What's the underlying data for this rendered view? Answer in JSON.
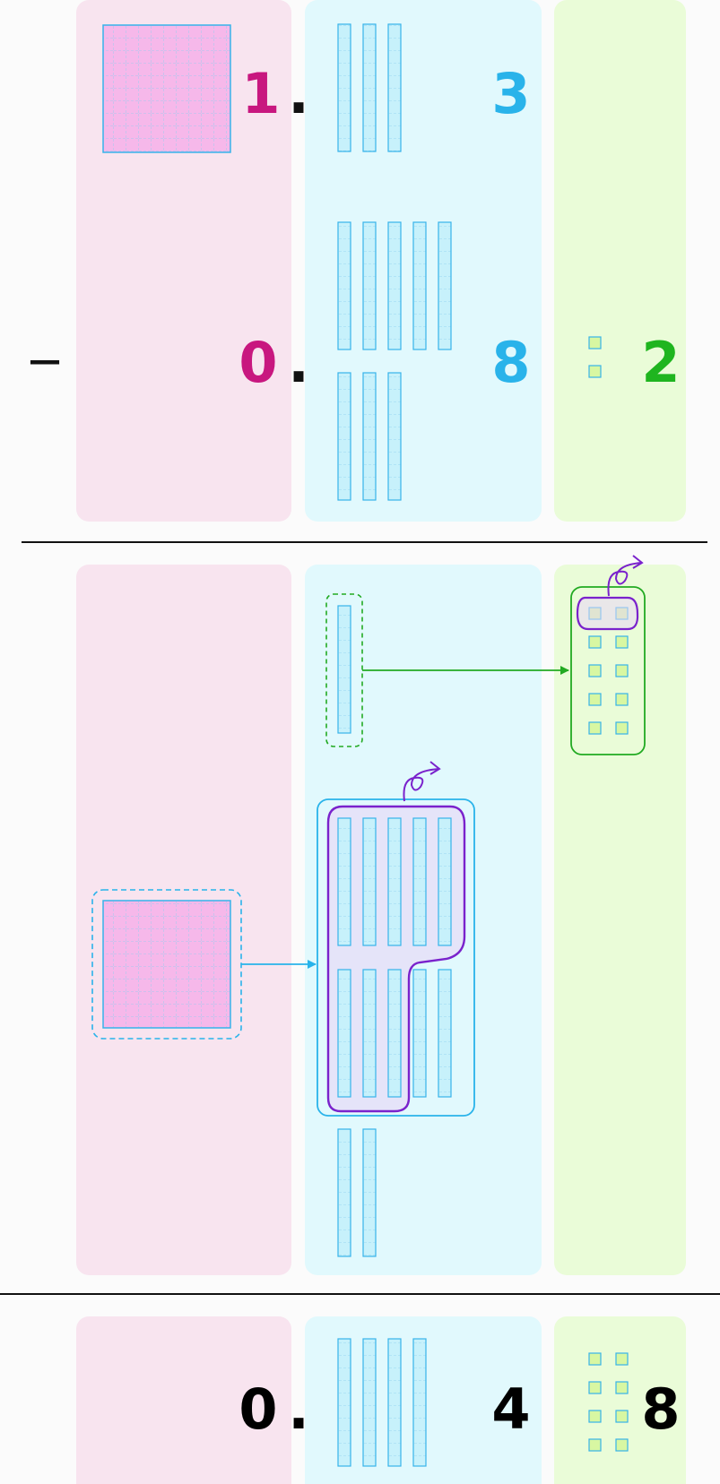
{
  "problem": {
    "operator": "—",
    "minuend": {
      "ones": "1",
      "point": ".",
      "tenths": "3"
    },
    "subtrahend": {
      "ones": "0",
      "point": ".",
      "tenths": "8",
      "hundredths": "2"
    },
    "result": {
      "ones": "0",
      "point": ".",
      "tenths": "4",
      "hundredths": "8"
    }
  },
  "colors": {
    "ones_column": "#f8e4ef",
    "tenths_column": "#e1f9fd",
    "hundredths_column": "#eafcd8",
    "ones_digit": "#c8177f",
    "tenths_digit": "#29b3ea",
    "hundredths_digit": "#1fb51f",
    "result_digit": "#000000",
    "block_fill_pink": "#f6b8ea",
    "block_fill_blue": "#c7f1fb",
    "block_stroke": "#37b3ea",
    "cube_fill": "#d8f7a2",
    "regroup_green": "#22aa22",
    "regroup_blue": "#29b3ea",
    "regroup_purple": "#7a22cc"
  },
  "blocks": {
    "minuend": {
      "hundreds_flats": 1,
      "tenths_rods": 3,
      "hundredths_cubes": 0
    },
    "subtrahend": {
      "hundreds_flats": 0,
      "tenths_rods": 8,
      "hundredths_cubes": 2
    },
    "regroup": {
      "flats": 1,
      "rods": 12,
      "cubes": 10,
      "rods_removed": 8,
      "cubes_removed": 2
    },
    "result": {
      "hundreds_flats": 0,
      "tenths_rods": 4,
      "hundredths_cubes": 8
    }
  }
}
